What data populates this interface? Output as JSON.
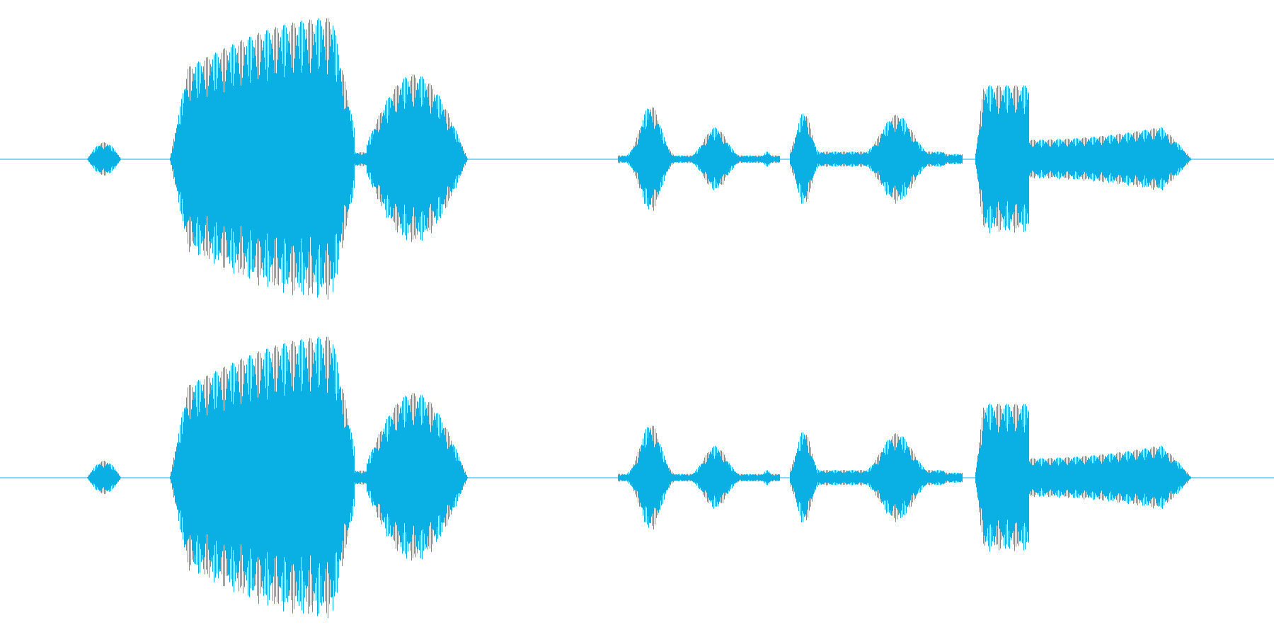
{
  "waveform": {
    "color": "#0aafe4",
    "background": "#ffffff",
    "channels": [
      {
        "name": "channel-1"
      },
      {
        "name": "channel-2"
      }
    ],
    "segments": [
      {
        "start": 0.068,
        "end": 0.095,
        "peak": 0.12,
        "shape": "bell"
      },
      {
        "start": 0.133,
        "end": 0.367,
        "peak": 1.0,
        "shape": "burst"
      },
      {
        "start": 0.485,
        "end": 0.612,
        "peak": 0.45,
        "shape": "triple"
      },
      {
        "start": 0.62,
        "end": 0.755,
        "peak": 0.45,
        "shape": "triple2"
      },
      {
        "start": 0.765,
        "end": 0.935,
        "peak": 0.55,
        "shape": "tail"
      }
    ]
  }
}
